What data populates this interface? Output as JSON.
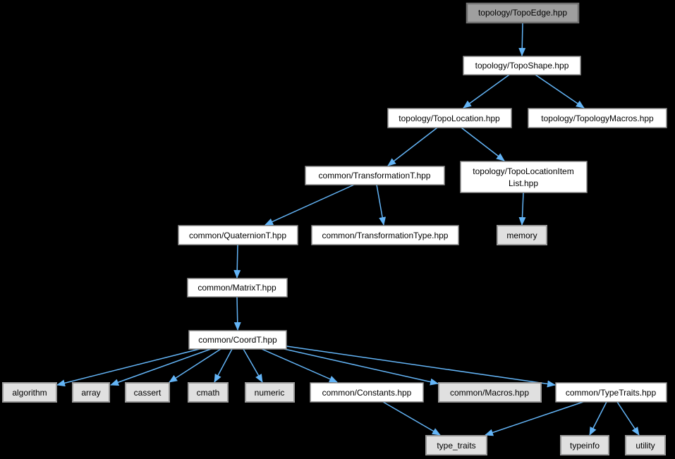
{
  "diagram": {
    "type": "include-dependency-graph",
    "background_color": "#000000",
    "edge_color": "#63b4f6",
    "node_fill_color": "#ffffff",
    "system_node_fill_color": "#e0e0e0",
    "current_node_fill_color": "#9f9f9f",
    "node_border_color": "#8f8f8f",
    "text_color": "#000000"
  },
  "nodes": {
    "topoedge": {
      "label": "topology/TopoEdge.hpp",
      "type": "current"
    },
    "toposhape": {
      "label": "topology/TopoShape.hpp",
      "type": "file"
    },
    "topolocation": {
      "label": "topology/TopoLocation.hpp",
      "type": "file"
    },
    "topologymacros": {
      "label": "topology/TopologyMacros.hpp",
      "type": "file"
    },
    "transformationt": {
      "label": "common/TransformationT.hpp",
      "type": "file"
    },
    "itemlist": {
      "line1": "topology/TopoLocationItem",
      "line2": "List.hpp",
      "type": "file"
    },
    "quaterniont": {
      "label": "common/QuaternionT.hpp",
      "type": "file"
    },
    "transformationtype": {
      "label": "common/TransformationType.hpp",
      "type": "file"
    },
    "memory": {
      "label": "memory",
      "type": "system"
    },
    "matrixt": {
      "label": "common/MatrixT.hpp",
      "type": "file"
    },
    "coordt": {
      "label": "common/CoordT.hpp",
      "type": "file"
    },
    "algorithm": {
      "label": "algorithm",
      "type": "system"
    },
    "array": {
      "label": "array",
      "type": "system"
    },
    "cassert": {
      "label": "cassert",
      "type": "system"
    },
    "cmath": {
      "label": "cmath",
      "type": "system"
    },
    "numeric": {
      "label": "numeric",
      "type": "system"
    },
    "constants": {
      "label": "common/Constants.hpp",
      "type": "file"
    },
    "macros": {
      "label": "common/Macros.hpp",
      "type": "system"
    },
    "typetraits": {
      "label": "common/TypeTraits.hpp",
      "type": "file"
    },
    "type_traits": {
      "label": "type_traits",
      "type": "system"
    },
    "typeinfo": {
      "label": "typeinfo",
      "type": "system"
    },
    "utility": {
      "label": "utility",
      "type": "system"
    }
  },
  "edges": [
    {
      "from": "topoedge",
      "to": "toposhape"
    },
    {
      "from": "toposhape",
      "to": "topolocation"
    },
    {
      "from": "toposhape",
      "to": "topologymacros"
    },
    {
      "from": "topolocation",
      "to": "transformationt"
    },
    {
      "from": "topolocation",
      "to": "itemlist"
    },
    {
      "from": "transformationt",
      "to": "quaterniont"
    },
    {
      "from": "transformationt",
      "to": "transformationtype"
    },
    {
      "from": "itemlist",
      "to": "memory"
    },
    {
      "from": "quaterniont",
      "to": "matrixt"
    },
    {
      "from": "matrixt",
      "to": "coordt"
    },
    {
      "from": "coordt",
      "to": "algorithm"
    },
    {
      "from": "coordt",
      "to": "array"
    },
    {
      "from": "coordt",
      "to": "cassert"
    },
    {
      "from": "coordt",
      "to": "cmath"
    },
    {
      "from": "coordt",
      "to": "numeric"
    },
    {
      "from": "coordt",
      "to": "constants"
    },
    {
      "from": "coordt",
      "to": "macros"
    },
    {
      "from": "coordt",
      "to": "typetraits"
    },
    {
      "from": "constants",
      "to": "type_traits"
    },
    {
      "from": "typetraits",
      "to": "type_traits"
    },
    {
      "from": "typetraits",
      "to": "typeinfo"
    },
    {
      "from": "typetraits",
      "to": "utility"
    }
  ]
}
